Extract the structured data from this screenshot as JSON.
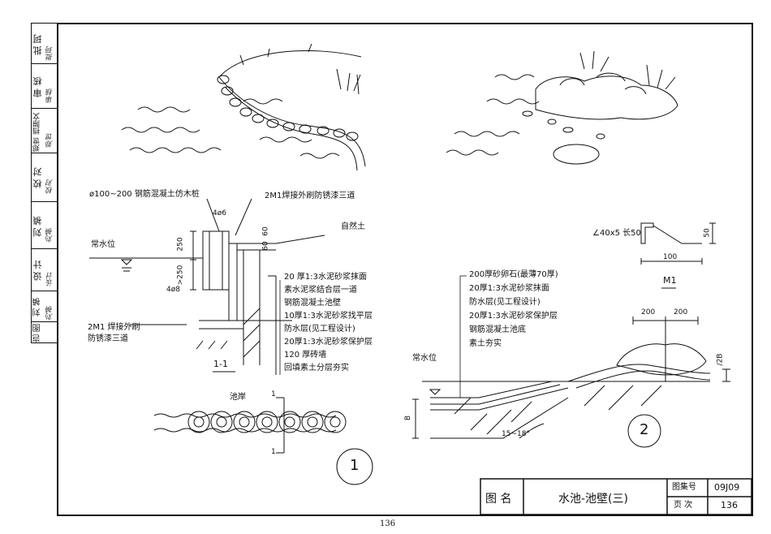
{
  "sidebar": [
    {
      "label": "批 珂",
      "sign": "批珂"
    },
    {
      "label": "审 核",
      "sign": "审核"
    },
    {
      "label": "郑世 挡隙文",
      "sign": "郑世"
    },
    {
      "label": "校 对",
      "sign": "校对"
    },
    {
      "label": "刘 禎",
      "sign": "刘禎"
    },
    {
      "label": "设 计",
      "sign": "设计"
    },
    {
      "label": "刘 禎",
      "sign": "刘禎"
    },
    {
      "label": "岂 图",
      "sign": ""
    }
  ],
  "section11": {
    "pile_label": "ø100~200 钢筋混凝土仿木桩",
    "weld_label": "2M1焊接外刷防锈漆三道",
    "rebar_top": "4ø6",
    "rebar_bottom": "4ø8",
    "soil_label": "自然土",
    "water_label": "常水位",
    "dim_250": "250",
    "dim_gt250": ">250",
    "dim_60a": "60",
    "dim_60b": "60",
    "weld_label_2_line1": "2M1 焊接外刷",
    "weld_label_2_line2": "防锈漆三道",
    "layers": [
      "20 厚1:3水泥砂浆抹面",
      "素水泥浆结合层一道",
      "钢筋混凝土池壁",
      "10厚1:3水泥砂浆找平层",
      "防水层(见工程设计)",
      "20厚1:3水泥砂浆保护层",
      "120 厚砖墙",
      "回填素土分层夯实"
    ],
    "section_tag": "1-1"
  },
  "plan1": {
    "shore_label": "池岸",
    "cut_top": "1",
    "cut_bottom": "1",
    "detail_no": "1"
  },
  "section2": {
    "layers": [
      "200厚砂卵石(最薄70厚)",
      "20厚1:3水泥砂浆抹面",
      "防水层(见工程设计)",
      "20厚1:3水泥砂浆保护层",
      "钢筋混凝土池底",
      "素土夯实"
    ],
    "water_label": "常水位",
    "dim_b": "B",
    "slope": "15~18°",
    "dim_200a": "200",
    "dim_200b": "200",
    "dim_2b": "/2B",
    "detail_no": "2"
  },
  "m1": {
    "angle_label": "∠40x5 长50",
    "dim_100": "100",
    "dim_50": "50",
    "tag": "M1"
  },
  "title_block": {
    "name_label": "图  名",
    "title": "水池-池壁(三)",
    "atlas_label": "图集号",
    "atlas_no": "09J09",
    "page_label": "页  次",
    "page_no": "136"
  },
  "page_number": "136"
}
